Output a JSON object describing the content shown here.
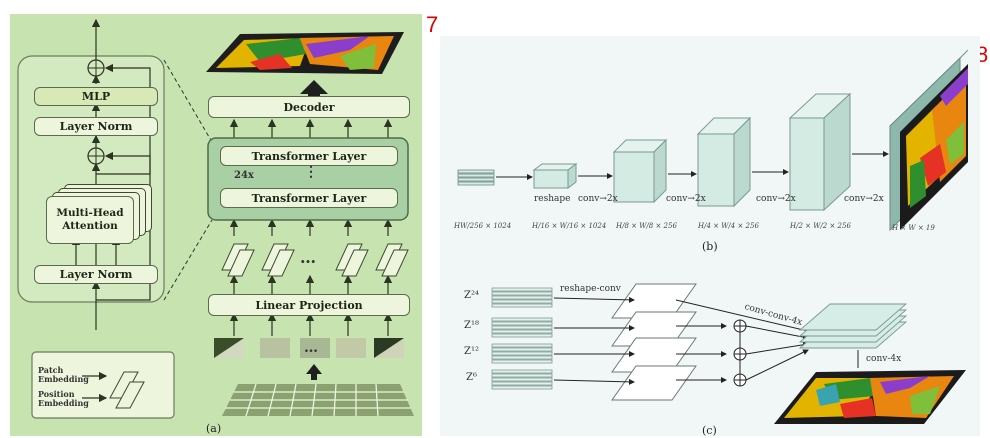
{
  "markers": {
    "left": "7",
    "right": "8"
  },
  "panel_a": {
    "caption": "(a)",
    "encoder": {
      "mlp": "MLP",
      "layer_norm_top": "Layer Norm",
      "attention": "Multi-Head Attention",
      "layer_norm_bottom": "Layer Norm"
    },
    "decoder": "Decoder",
    "transformer_layer_top": "Transformer Layer",
    "repeat": "24x",
    "ellipsis": "⋮",
    "transformer_layer_bottom": "Transformer Layer",
    "ellipsis_h": "…",
    "linear_projection": "Linear Projection",
    "legend": {
      "patch": "Patch Embedding",
      "position": "Position Embedding"
    }
  },
  "panel_b": {
    "caption": "(b)",
    "ops": [
      "reshape",
      "conv→2x",
      "conv→2x",
      "conv→2x",
      "conv→2x"
    ],
    "dims": [
      "HW/256 × 1024",
      "H/16 × W/16 × 1024",
      "H/8 × W/8 × 256",
      "H/4 × W/4 × 256",
      "H/2 × W/2 × 256",
      "H × W × 19"
    ]
  },
  "panel_c": {
    "caption": "(c)",
    "z_labels": [
      "Z²⁴",
      "Z¹⁸",
      "Z¹²",
      "Z⁶"
    ],
    "op_reshape": "reshape-conv",
    "op_conv": "conv-conv-4x",
    "op_final": "conv-4x"
  },
  "colors": {
    "panel_a_bg": "#c7e3b0",
    "panel_b_bg": "#f1f7f6",
    "box_border": "#5a6b4e",
    "marker": "#e00000"
  }
}
